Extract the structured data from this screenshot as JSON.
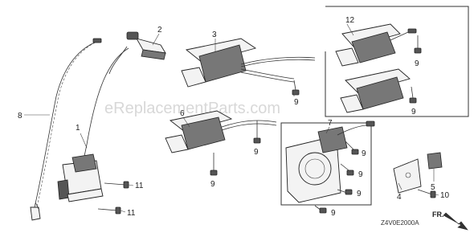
{
  "watermark": "eReplacementParts.com",
  "drawing_code": "Z4V0E2000A",
  "direction_label": "FR.",
  "callouts": {
    "c1": "1",
    "c2": "2",
    "c3": "3",
    "c4": "4",
    "c5": "5",
    "c6": "6",
    "c7": "7",
    "c8": "8",
    "c9a": "9",
    "c9b": "9",
    "c9c": "9",
    "c9d": "9",
    "c9e": "9",
    "c9f": "9",
    "c9g": "9",
    "c9h": "9",
    "c9i": "9",
    "c10": "10",
    "c11a": "11",
    "c11b": "11",
    "c12": "12"
  }
}
